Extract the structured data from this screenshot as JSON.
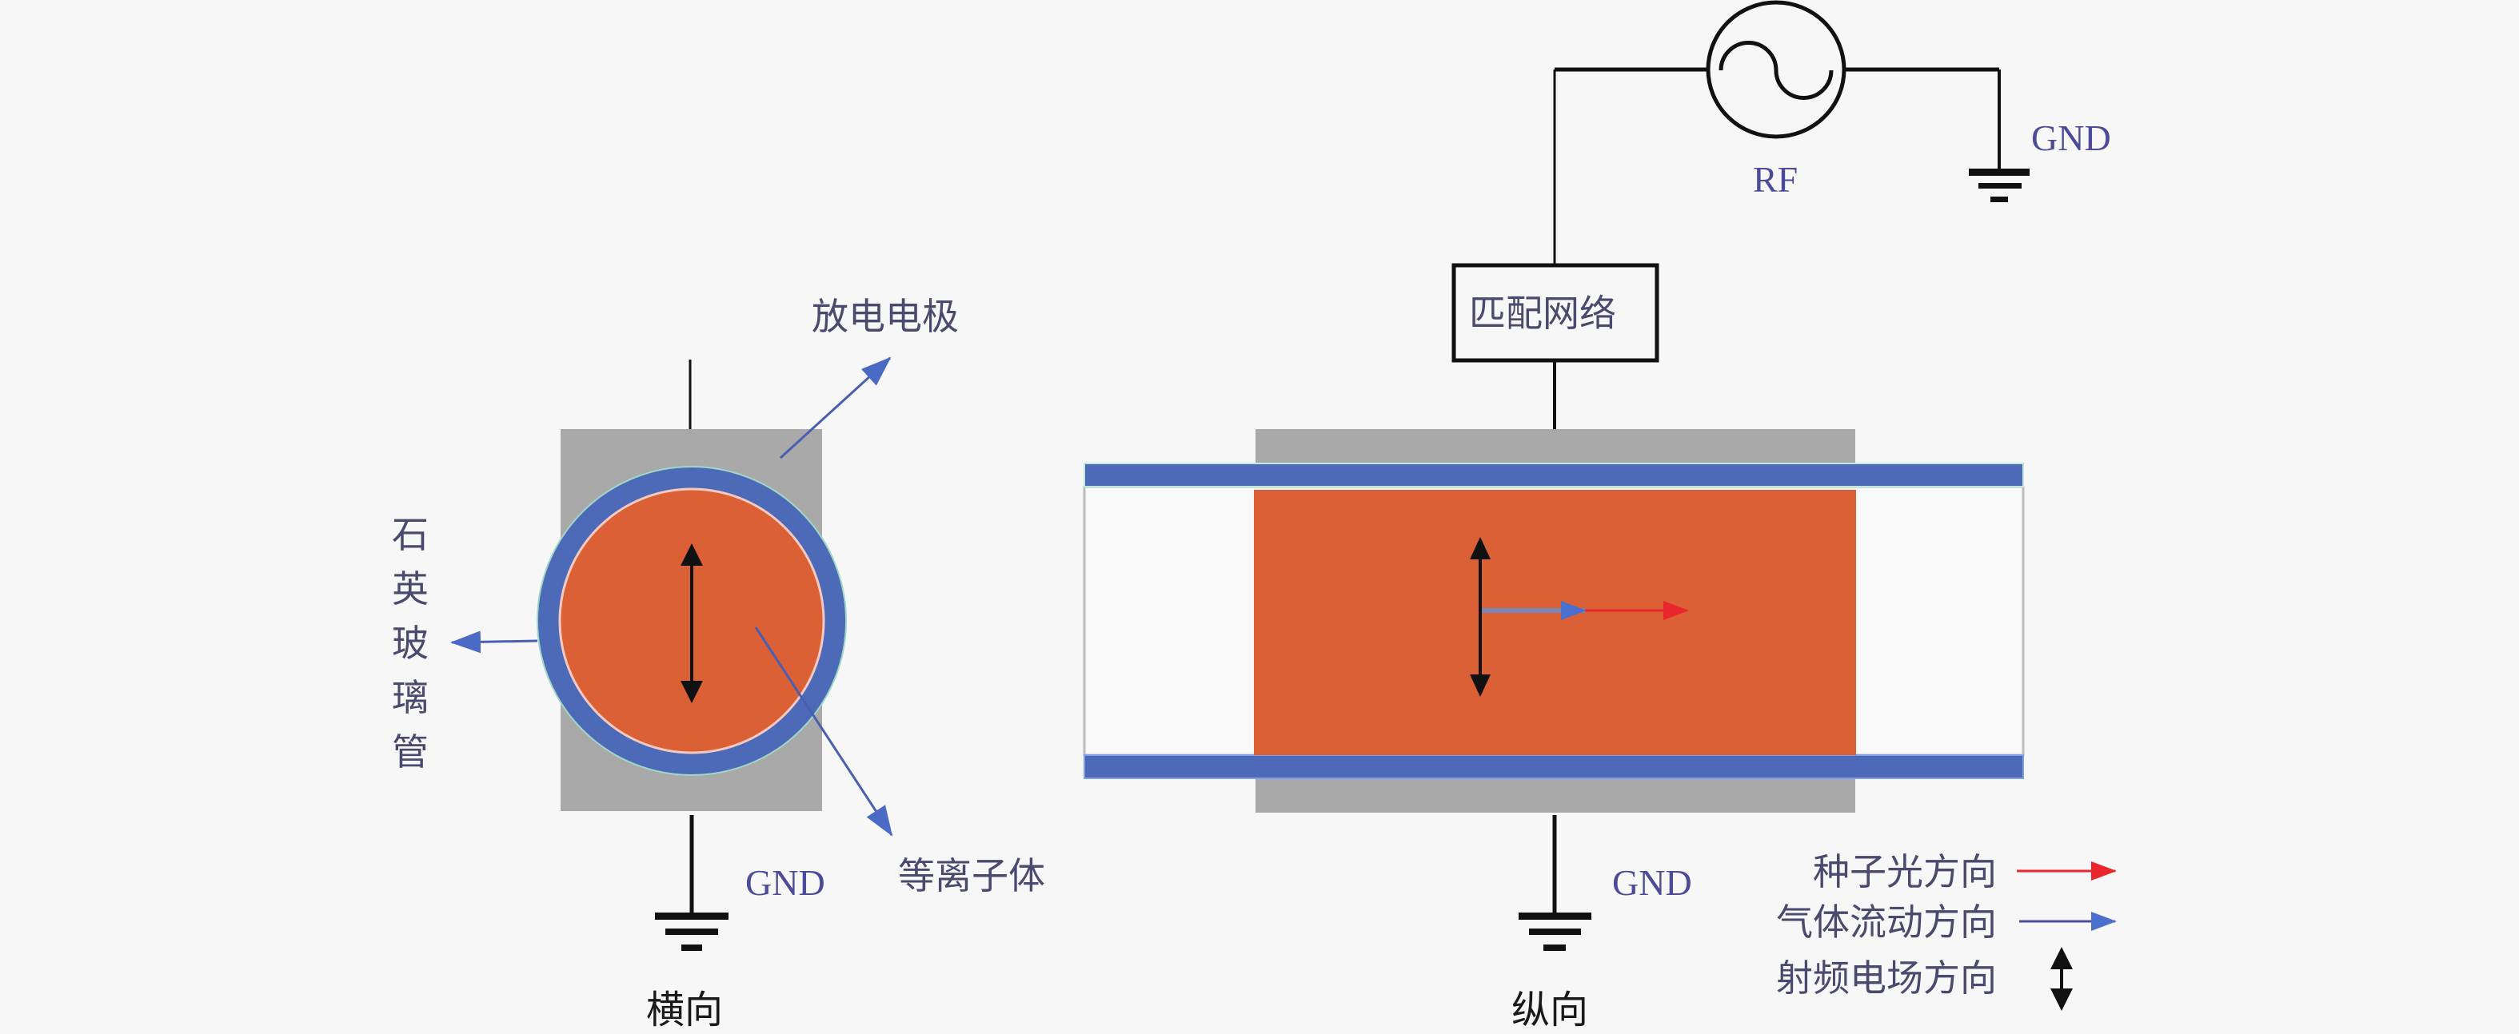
{
  "colors": {
    "background": "#f7f7f7",
    "electrode": "#a9a9a9",
    "quartz_tube": "#4d6ab8",
    "plasma": "#db6036",
    "wire": "#111111",
    "label_text": "#4a4a6e",
    "pointer": "#4a5fb0",
    "seed_light_arrow": "#e8262b",
    "gas_flow_arrow": "#4a6fcf",
    "rf_field_arrow": "#111111"
  },
  "labels": {
    "discharge_electrode": "放电电极",
    "quartz_tube": [
      "石",
      "英",
      "玻",
      "璃",
      "管"
    ],
    "plasma": "等离子体",
    "gnd_transverse": "GND",
    "gnd_longitudinal": "GND",
    "gnd_rf": "GND",
    "rf_source": "RF",
    "matching_network": "匹配网络",
    "transverse_view": "横向",
    "longitudinal_view": "纵向"
  },
  "legend": {
    "items": [
      {
        "label": "种子光方向",
        "symbol": "red-right-arrow"
      },
      {
        "label": "气体流动方向",
        "symbol": "blue-right-arrow"
      },
      {
        "label": "射频电场方向",
        "symbol": "black-double-arrow"
      }
    ]
  }
}
